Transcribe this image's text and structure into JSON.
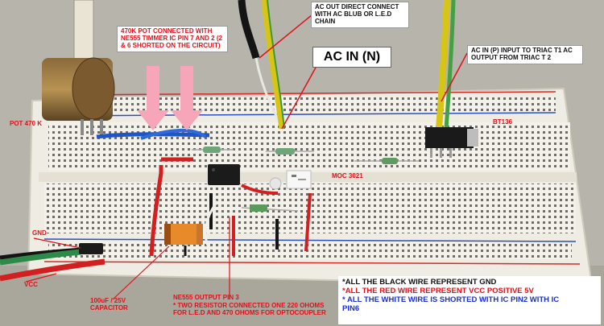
{
  "labels": {
    "pot_connection": "470K POT CONNECTED WITH NE555 TIMMER IC PIN 7 AND 2 (2 & 6 SHORTED ON THE CIRCUIT)",
    "pot": "POT 470 K",
    "ac_out": "AC OUT DIRECT CONNECT WITH AC BLUB OR L.E.D CHAIN",
    "ac_in_n": "AC IN (N)",
    "ac_in_p": "AC IN (P) INPUT TO TRIAC T1 AC OUTPUT FROM TRIAC T 2",
    "triac": "BT136",
    "opto": "MOC 3021",
    "gnd": "GND",
    "vcc": "VCC",
    "capacitor": "100uF / 25V CAPACITOR",
    "ne555_out_title": "NE555 OUTPUT PIN 3",
    "ne555_out_note": "* TWO RESISTOR CONNECTED ONE 220 OHOMS FOR L.E.D AND 470 OHOMS FOR OPTOCOUPLER"
  },
  "legend": {
    "black": "*ALL THE BLACK WIRE REPRESENT GND",
    "red": "*ALL THE RED WIRE REPRESENT VCC POSITIVE 5V",
    "white_1": "* ALL THE WHITE WIRE IS SHORTED WITH IC PIN2 WITH IC",
    "white_2": "PIN6"
  },
  "colors": {
    "breadboard": "#f3f1ea",
    "rail_red": "#d42a2a",
    "rail_blue": "#2b4fbf",
    "wire_blue": "#1f55c8",
    "wire_red": "#d21f1f",
    "wire_black": "#141414",
    "wire_yellow": "#d7c515",
    "label_red": "#e0101a",
    "arrow_pink": "#f6a6b8",
    "legend_blue": "#1a2fd0"
  }
}
